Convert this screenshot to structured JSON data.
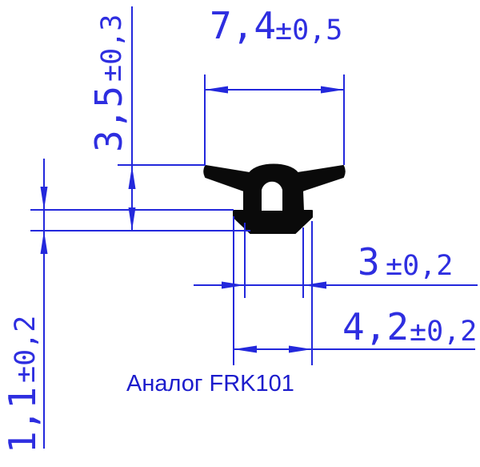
{
  "drawing": {
    "label": "Аналог FRK101",
    "dimensions": {
      "overall_width": {
        "value": "7,4",
        "tolerance": "±0,5"
      },
      "overall_height": {
        "value": "3,5",
        "tolerance": "±0,3"
      },
      "base_height": {
        "value": "1,1",
        "tolerance": "±0,2"
      },
      "neck_width": {
        "value": "3",
        "tolerance": "±0,2"
      },
      "base_width": {
        "value": "4,2",
        "tolerance": "±0,2"
      }
    },
    "colors": {
      "dimension_blue": "#2328dc",
      "profile_black": "#0a0a0a",
      "background": "#ffffff"
    }
  }
}
